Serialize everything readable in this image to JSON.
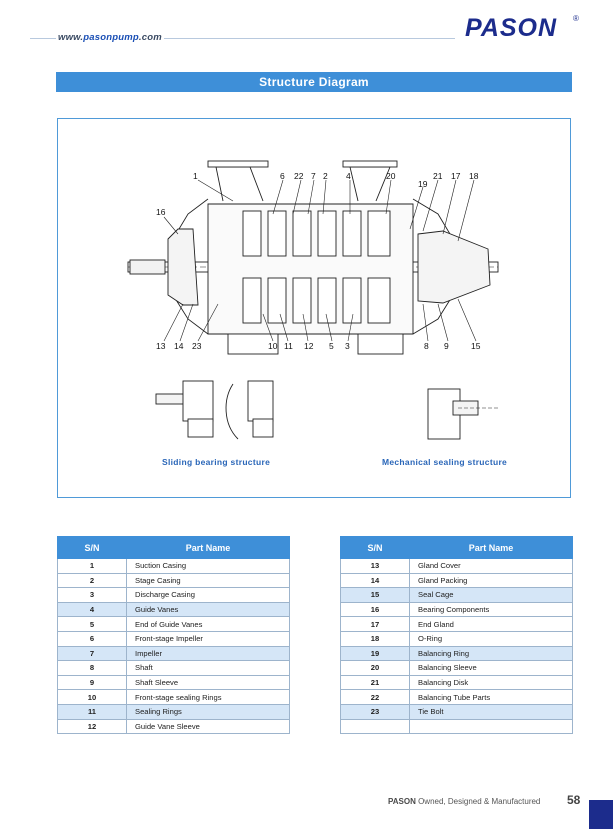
{
  "header": {
    "url_prefix": "www.",
    "url_brand": "pasonpump",
    "url_suffix": ".com",
    "logo_text": "PASON",
    "logo_registered": "®"
  },
  "section_title": "Structure Diagram",
  "diagram": {
    "callouts_top": [
      "1",
      "6",
      "22",
      "7",
      "2",
      "4",
      "20",
      "19",
      "21",
      "17",
      "18"
    ],
    "callouts_bottom": [
      "13",
      "14",
      "23",
      "10",
      "11",
      "12",
      "5",
      "3",
      "8",
      "9",
      "15"
    ],
    "callout_left": "16",
    "caption_left": "Sliding bearing structure",
    "caption_right": "Mechanical sealing structure"
  },
  "tables": {
    "col_sn": "S/N",
    "col_name": "Part Name",
    "left": [
      {
        "sn": "1",
        "name": "Suction Casing"
      },
      {
        "sn": "2",
        "name": "Stage Casing"
      },
      {
        "sn": "3",
        "name": "Discharge Casing"
      },
      {
        "sn": "4",
        "name": "Guide Vanes"
      },
      {
        "sn": "5",
        "name": "End of Guide Vanes"
      },
      {
        "sn": "6",
        "name": "Front-stage Impeller"
      },
      {
        "sn": "7",
        "name": "Impeller"
      },
      {
        "sn": "8",
        "name": "Shaft"
      },
      {
        "sn": "9",
        "name": "Shaft Sleeve"
      },
      {
        "sn": "10",
        "name": "Front-stage sealing Rings"
      },
      {
        "sn": "11",
        "name": "Sealing Rings"
      },
      {
        "sn": "12",
        "name": "Guide Vane Sleeve"
      }
    ],
    "right": [
      {
        "sn": "13",
        "name": "Gland Cover"
      },
      {
        "sn": "14",
        "name": "Gland Packing"
      },
      {
        "sn": "15",
        "name": "Seal Cage"
      },
      {
        "sn": "16",
        "name": "Bearing Components"
      },
      {
        "sn": "17",
        "name": "End Gland"
      },
      {
        "sn": "18",
        "name": "O-Ring"
      },
      {
        "sn": "19",
        "name": "Balancing Ring"
      },
      {
        "sn": "20",
        "name": "Balancing Sleeve"
      },
      {
        "sn": "21",
        "name": "Balancing Disk"
      },
      {
        "sn": "22",
        "name": "Balancing Tube Parts"
      },
      {
        "sn": "23",
        "name": "Tie Bolt"
      },
      {
        "sn": "",
        "name": ""
      }
    ]
  },
  "footer": {
    "brand": "PASON",
    "tagline": " Owned, Designed & Manufactured",
    "page_number": "58"
  },
  "colors": {
    "accent_blue": "#3e8fd8",
    "row_alt": "#d5e6f7",
    "logo_navy": "#1c2c8c"
  }
}
